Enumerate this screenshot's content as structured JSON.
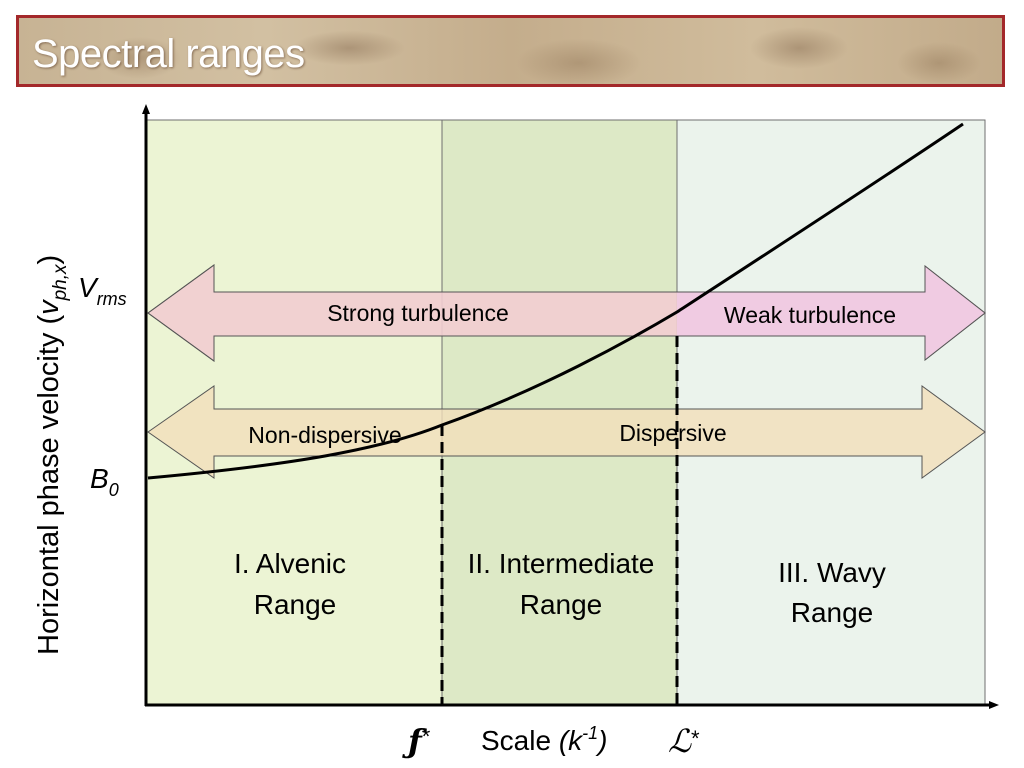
{
  "title": "Spectral ranges",
  "colors": {
    "title_border": "#a3282a",
    "region1": "#ecf4d4",
    "region2": "#dde9c6",
    "region3": "#ebf3ec",
    "strong_turbulence": "#f2cdd0",
    "weak_turbulence": "#f0cbe2",
    "dispersion_arrow": "#f3deba",
    "curve": "#000000"
  },
  "axes": {
    "y_label_main": "Horizontal phase velocity (",
    "y_label_sym": "v",
    "y_label_sub": "ph,x",
    "y_label_close": ")",
    "x_label_main": "Scale ",
    "x_label_paren_open": "(",
    "x_label_k": "k",
    "x_label_exp": "-1",
    "x_label_paren_close": ")"
  },
  "y_ticks": {
    "vrms_main": "V",
    "vrms_sub": "rms",
    "b0_main": "B",
    "b0_sub": "0"
  },
  "x_ticks": {
    "scale1_glyph": "ƒ",
    "scale1_star": "*",
    "scale2_glyph": "ℒ",
    "scale2_star": "*"
  },
  "arrows": {
    "strong": "Strong turbulence",
    "weak": "Weak turbulence",
    "non_dispersive": "Non-dispersive",
    "dispersive": "Dispersive"
  },
  "regions": {
    "r1_line1": "I. Alvenic",
    "r1_line2": "Range",
    "r2_line1": "II. Intermediate",
    "r2_line2": "Range",
    "r3_line1": "III. Wavy",
    "r3_line2": "Range"
  }
}
